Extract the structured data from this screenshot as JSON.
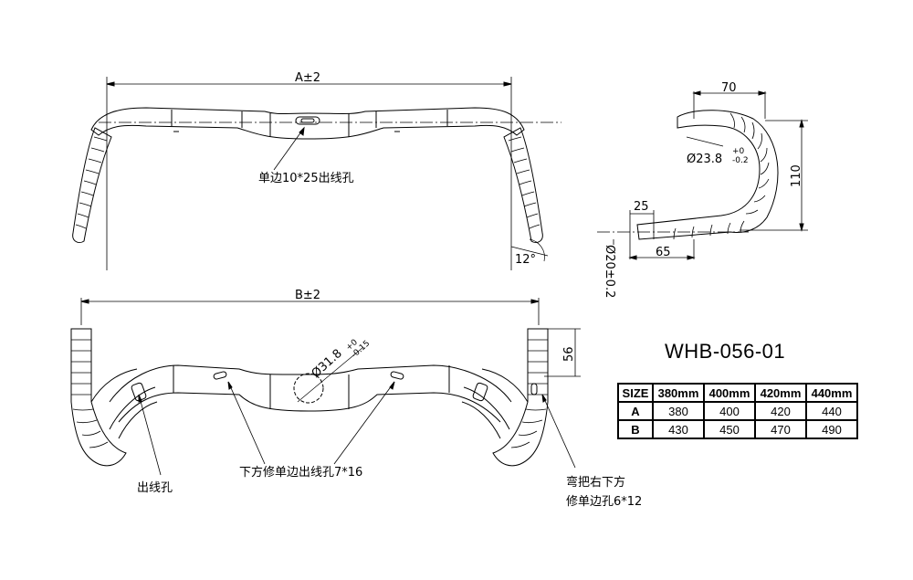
{
  "drawing": {
    "model": "WHB-056-01",
    "dims": {
      "a": "A±2",
      "b": "B±2",
      "reach": "70",
      "drop": "110",
      "angle": "12°",
      "clamp_len": "25",
      "lower_len": "65",
      "bar_dia": "Ø20±0.2",
      "ramp_dia_base": "Ø23.8",
      "ramp_dia_tol_up": "+0",
      "ramp_dia_tol_dn": "-0.2",
      "clamp_dia_base": "Ø31.8",
      "clamp_dia_tol_up": "+0",
      "clamp_dia_tol_dn": "-0.15",
      "hood_len": "56"
    },
    "notes": {
      "top_hole": "单边10*25出线孔",
      "left_hole": "出线孔",
      "bottom_hole": "下方修单边出线孔7*16",
      "drop_hole_line1": "弯把右下方",
      "drop_hole_line2": "修单边孔6*12"
    }
  },
  "size_table": {
    "header": [
      "SIZE",
      "380mm",
      "400mm",
      "420mm",
      "440mm"
    ],
    "rows": [
      {
        "label": "A",
        "values": [
          "380",
          "400",
          "420",
          "440"
        ]
      },
      {
        "label": "B",
        "values": [
          "430",
          "450",
          "470",
          "490"
        ]
      }
    ]
  }
}
